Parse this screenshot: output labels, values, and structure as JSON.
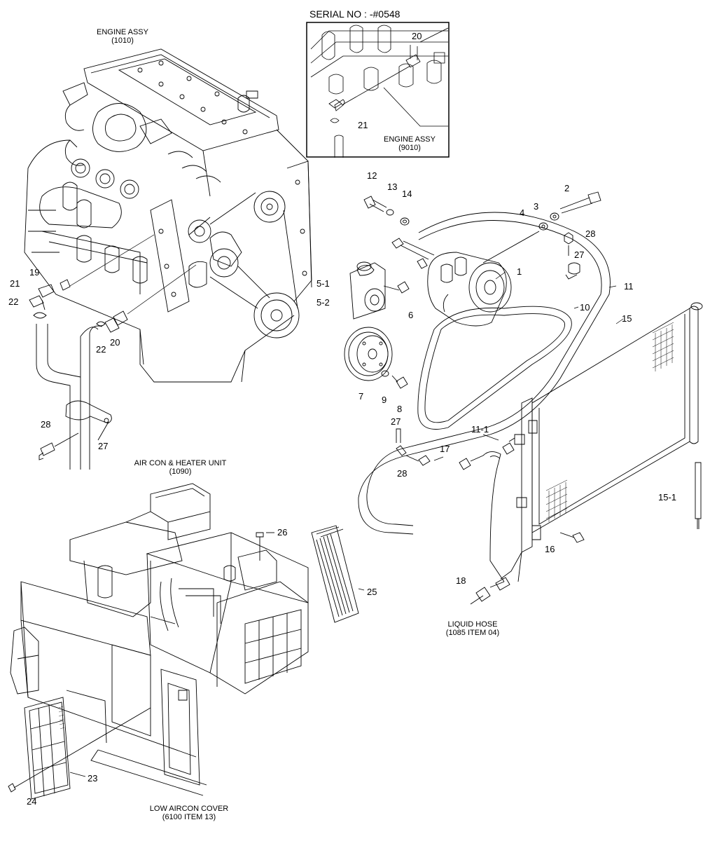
{
  "serial_no": "SERIAL NO : -#0548",
  "captions": {
    "engine_assy_main": [
      "ENGINE ASSY",
      "(1010)"
    ],
    "engine_assy_inset": [
      "ENGINE ASSY",
      "(9010)"
    ],
    "aircon_heater_unit": [
      "AIR CON & HEATER UNIT",
      "(1090)"
    ],
    "liquid_hose": [
      "LIQUID HOSE",
      "(1085 ITEM 04)"
    ],
    "low_aircon_cover": [
      "LOW AIRCON COVER",
      "(6100 ITEM 13)"
    ]
  },
  "callouts": {
    "c1": "1",
    "c2": "2",
    "c3": "3",
    "c4": "4",
    "c5_1": "5-1",
    "c5_2": "5-2",
    "c6": "6",
    "c7": "7",
    "c8": "8",
    "c9": "9",
    "c10": "10",
    "c11": "11",
    "c11_1": "11-1",
    "c12": "12",
    "c13": "13",
    "c14": "14",
    "c15": "15",
    "c15_1": "15-1",
    "c16": "16",
    "c17": "17",
    "c18": "18",
    "c19": "19",
    "c20_inset": "20",
    "c20": "20",
    "c21_inset": "21",
    "c21": "21",
    "c22a": "22",
    "c22b": "22",
    "c23": "23",
    "c24": "24",
    "c25": "25",
    "c26": "26",
    "c27a": "27",
    "c27b": "27",
    "c27c": "27",
    "c28a": "28",
    "c28b": "28",
    "c28c": "28"
  }
}
